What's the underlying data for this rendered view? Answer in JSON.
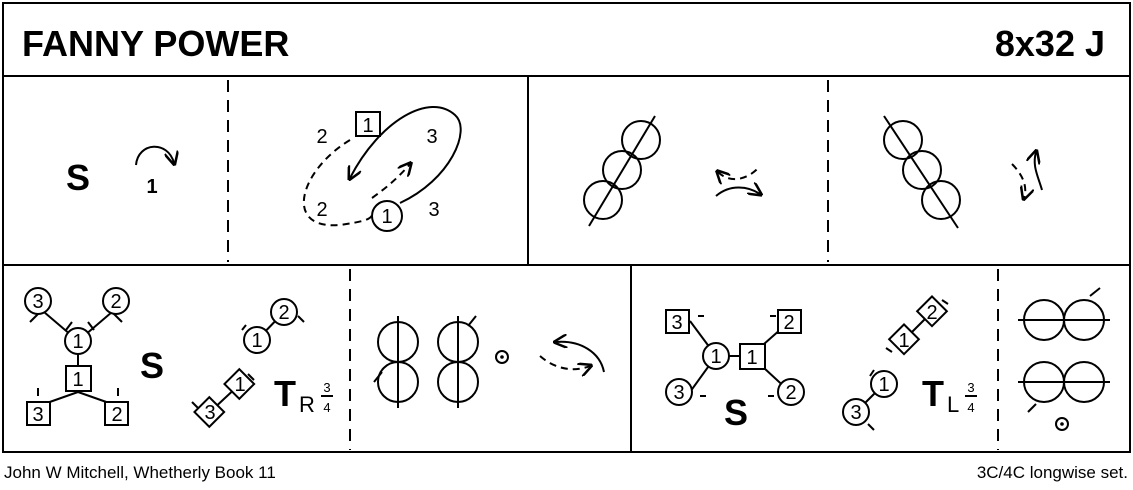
{
  "title": "FANNY POWER",
  "formation": "8x32 J",
  "footer": {
    "left": "John W Mitchell, Whetherly Book 11",
    "right": "3C/4C longwise set."
  },
  "symbols": {
    "setting": "S",
    "turn": "T",
    "right_hand": "R",
    "left_hand": "L",
    "three": "3",
    "four": "4"
  },
  "dancers": {
    "d1": "1",
    "d2": "2",
    "d3": "3"
  }
}
